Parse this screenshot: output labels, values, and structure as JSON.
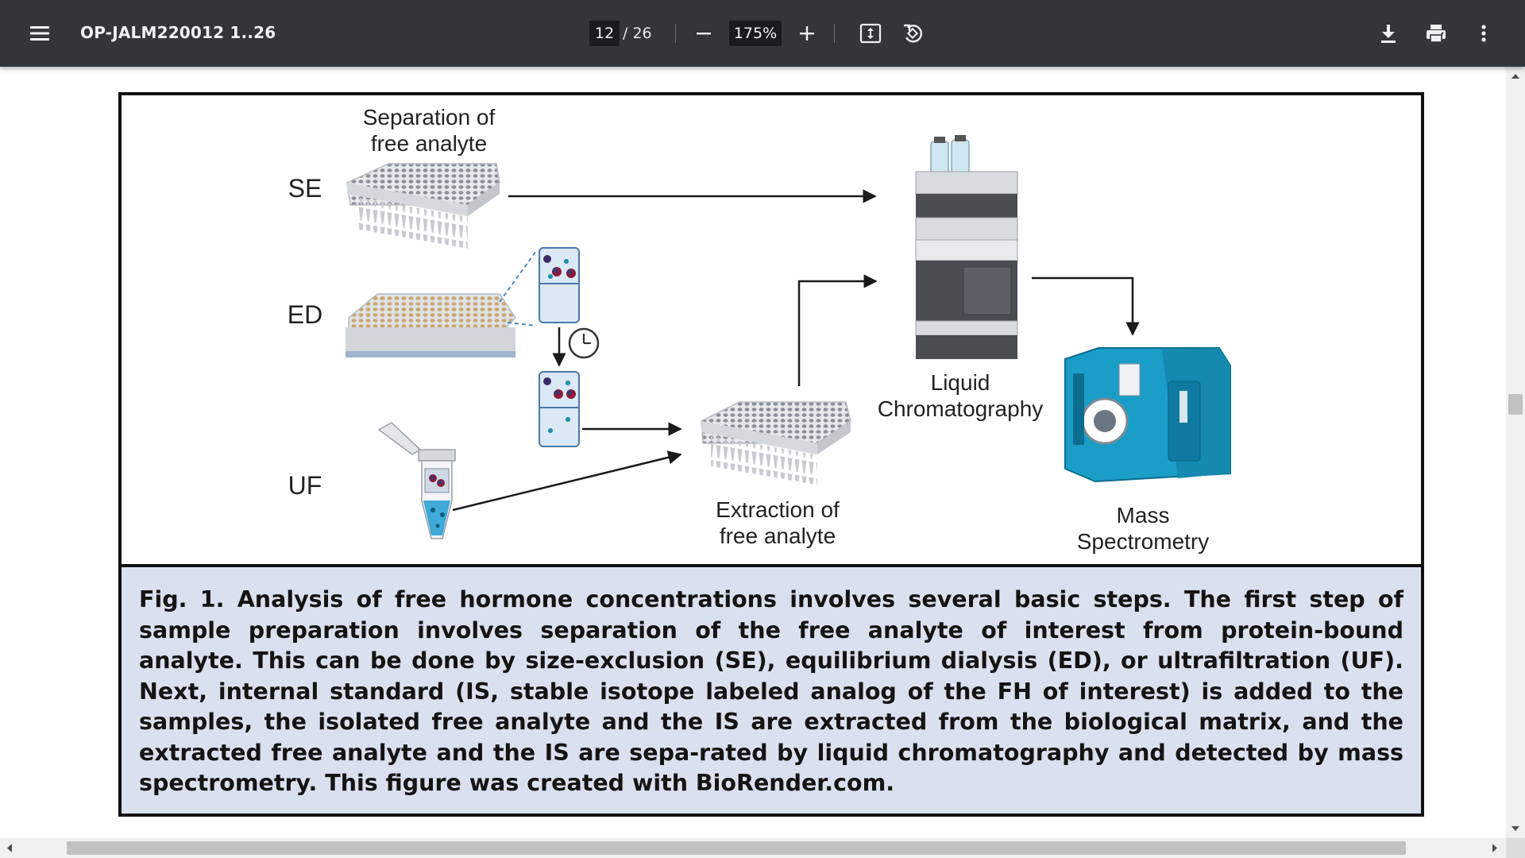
{
  "toolbar": {
    "title": "OP-JALM220012 1..26",
    "page_current": "12",
    "page_total": "/ 26",
    "zoom": "175%",
    "icons": [
      "menu-icon",
      "minus-icon",
      "plus-icon",
      "fit-page-icon",
      "rotate-icon",
      "download-icon",
      "print-icon",
      "more-vert-icon"
    ]
  },
  "figure": {
    "labels": {
      "se": "SE",
      "ed": "ED",
      "uf": "UF",
      "separation_line1": "Separation of",
      "separation_line2": "free analyte",
      "extraction_line1": "Extraction of",
      "extraction_line2": "free analyte",
      "lc_line1": "Liquid",
      "lc_line2": "Chromatography",
      "ms_line1": "Mass",
      "ms_line2": "Spectrometry"
    },
    "caption_prefix": "Fig. 1.",
    "caption_body": " Analysis of free hormone concentrations involves several basic steps. The first step of sample preparation involves separation of the free analyte of interest from protein-bound analyte. This can be done by size-exclusion (SE), equilibrium dialysis (ED), or ultrafiltration (UF). Next, internal standard (IS, stable isotope labeled analog of the FH of interest) is added to the samples, the isolated free analyte and the IS are extracted from the biological matrix, and the extracted free analyte and the IS are sepa-rated by liquid chromatography and detected by mass spectrometry. This figure was created with BioRender.com.",
    "colors": {
      "caption_bg": "#d9e1ef",
      "ms_teal": "#1a9ec8",
      "frame": "#111111"
    }
  }
}
